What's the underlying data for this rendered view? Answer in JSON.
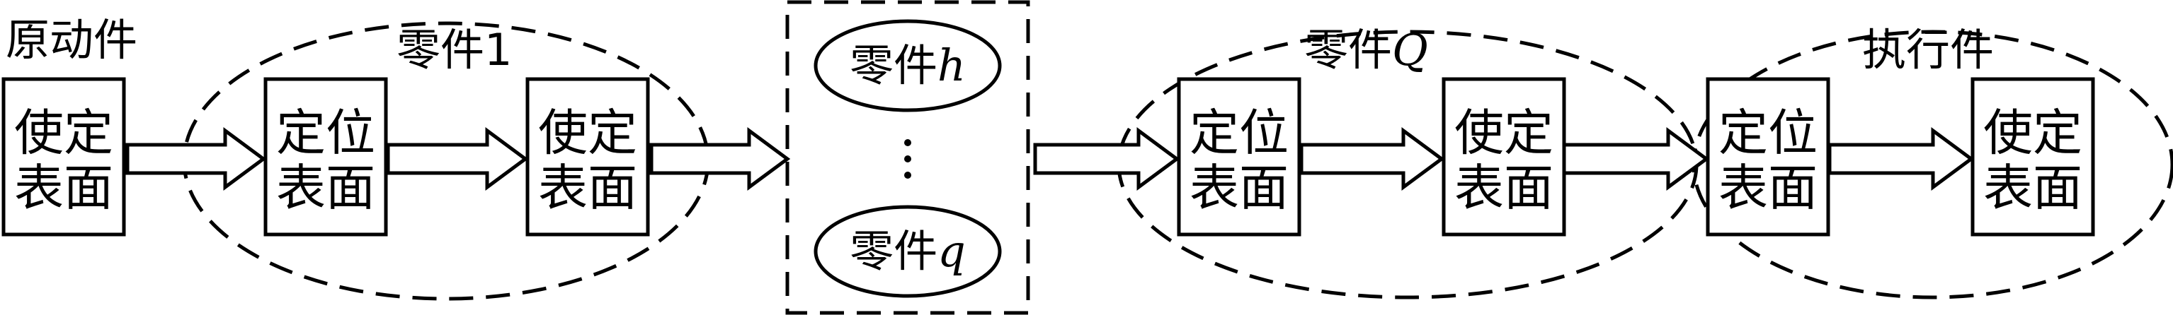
{
  "diagram": {
    "source_label": "原动件",
    "boxes": {
      "b0": [
        "使定",
        "表面"
      ],
      "b1": [
        "定位",
        "表面"
      ],
      "b2": [
        "使定",
        "表面"
      ],
      "b3": [
        "定位",
        "表面"
      ],
      "b4": [
        "使定",
        "表面"
      ],
      "b5": [
        "定位",
        "表面"
      ],
      "b6": [
        "使定",
        "表面"
      ]
    },
    "groups": {
      "part1": "零件1",
      "partQ_prefix": "零件",
      "partQ_var": "Q",
      "exec": "执行件"
    },
    "middle": {
      "h_prefix": "零件",
      "h_var": "h",
      "q_prefix": "零件",
      "q_var": "q"
    }
  }
}
